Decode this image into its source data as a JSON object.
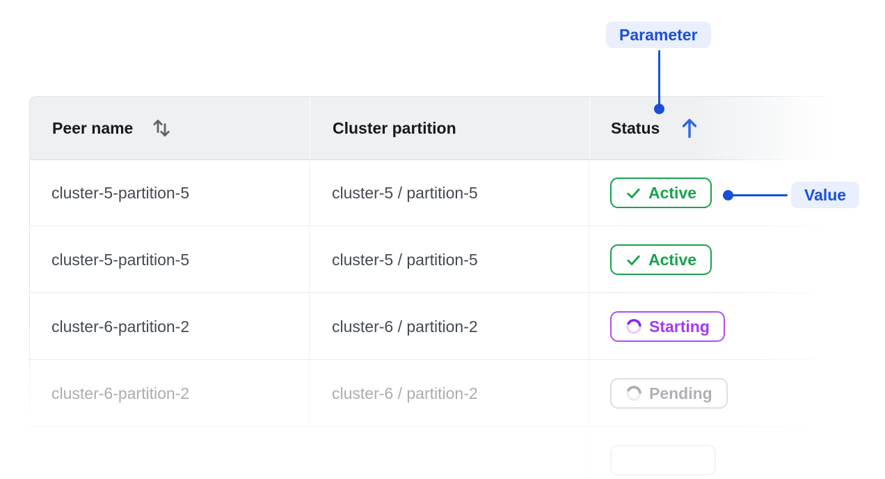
{
  "callouts": {
    "parameter_label": "Parameter",
    "value_label": "Value",
    "accent_color": "#1b4fd8",
    "chip_bg_color": "#e9effc"
  },
  "table": {
    "columns": [
      {
        "label": "Peer name",
        "sort_state": "sortable",
        "sort_icon": "sort-updown-icon"
      },
      {
        "label": "Cluster partition",
        "sort_state": "none",
        "sort_icon": null
      },
      {
        "label": "Status",
        "sort_state": "ascending",
        "sort_icon": "sort-ascending-icon"
      }
    ],
    "rows": [
      {
        "peer_name": "cluster-5-partition-5",
        "cluster_partition": "cluster-5 / partition-5",
        "status": {
          "label": "Active",
          "kind": "active",
          "icon": "check-icon",
          "color": "#16a34a"
        },
        "faded": false
      },
      {
        "peer_name": "cluster-5-partition-5",
        "cluster_partition": "cluster-5 / partition-5",
        "status": {
          "label": "Active",
          "kind": "active",
          "icon": "check-icon",
          "color": "#16a34a"
        },
        "faded": false
      },
      {
        "peer_name": "cluster-6-partition-2",
        "cluster_partition": "cluster-6 / partition-2",
        "status": {
          "label": "Starting",
          "kind": "starting",
          "icon": "spinner-icon",
          "color": "#a43bf2"
        },
        "faded": false
      },
      {
        "peer_name": "cluster-6-partition-2",
        "cluster_partition": "cluster-6 / partition-2",
        "status": {
          "label": "Pending",
          "kind": "pending",
          "icon": "spinner-icon",
          "color": "#8d939b"
        },
        "faded": true
      },
      {
        "peer_name": "",
        "cluster_partition": "",
        "status": {
          "label": "",
          "kind": "partial",
          "icon": null,
          "color": "#9aa0a7"
        },
        "faded": true
      }
    ]
  }
}
